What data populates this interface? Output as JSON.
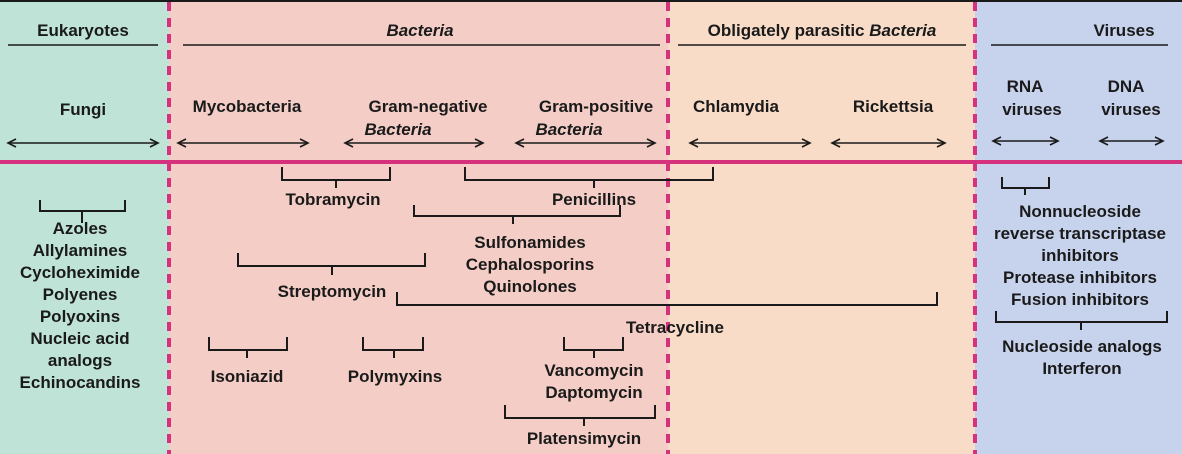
{
  "colors": {
    "eukaryotes_bg": "#bfe3d6",
    "bacteria_bg": "#f4cec6",
    "parasitic_bg": "#f8dcc8",
    "viruses_bg": "#c7d3ec",
    "magenta": "#d6317d",
    "ink": "#1a1a1a"
  },
  "headers": {
    "eukaryotes": "Eukaryotes",
    "bacteria": "Bacteria",
    "parasitic_prefix": "Obligately parasitic ",
    "parasitic_italic": "Bacteria",
    "viruses": "Viruses"
  },
  "organisms": {
    "fungi": "Fungi",
    "mycobacteria": "Mycobacteria",
    "gram_negative": "Gram-negative",
    "gram_negative_sub": "Bacteria",
    "gram_positive": "Gram-positive",
    "gram_positive_sub": "Bacteria",
    "chlamydia": "Chlamydia",
    "rickettsia": "Rickettsia",
    "rna_1": "RNA",
    "rna_2": "viruses",
    "dna_1": "DNA",
    "dna_2": "viruses"
  },
  "drugs": {
    "fungal": [
      "Azoles",
      "Allylamines",
      "Cycloheximide",
      "Polyenes",
      "Polyoxins",
      "Nucleic acid",
      "analogs",
      "Echinocandins"
    ],
    "tobramycin": "Tobramycin",
    "penicillins": "Penicillins",
    "sulfa_group": [
      "Sulfonamides",
      "Cephalosporins",
      "Quinolones"
    ],
    "streptomycin": "Streptomycin",
    "tetracycline": "Tetracycline",
    "isoniazid": "Isoniazid",
    "polymyxins": "Polymyxins",
    "vanco_group": [
      "Vancomycin",
      "Daptomycin"
    ],
    "platensimycin": "Platensimycin",
    "viral_group1": [
      "Nonnucleoside",
      "reverse transcriptase",
      "inhibitors",
      "Protease inhibitors",
      "Fusion inhibitors"
    ],
    "viral_group2": [
      "Nucleoside analogs",
      "Interferon"
    ]
  }
}
